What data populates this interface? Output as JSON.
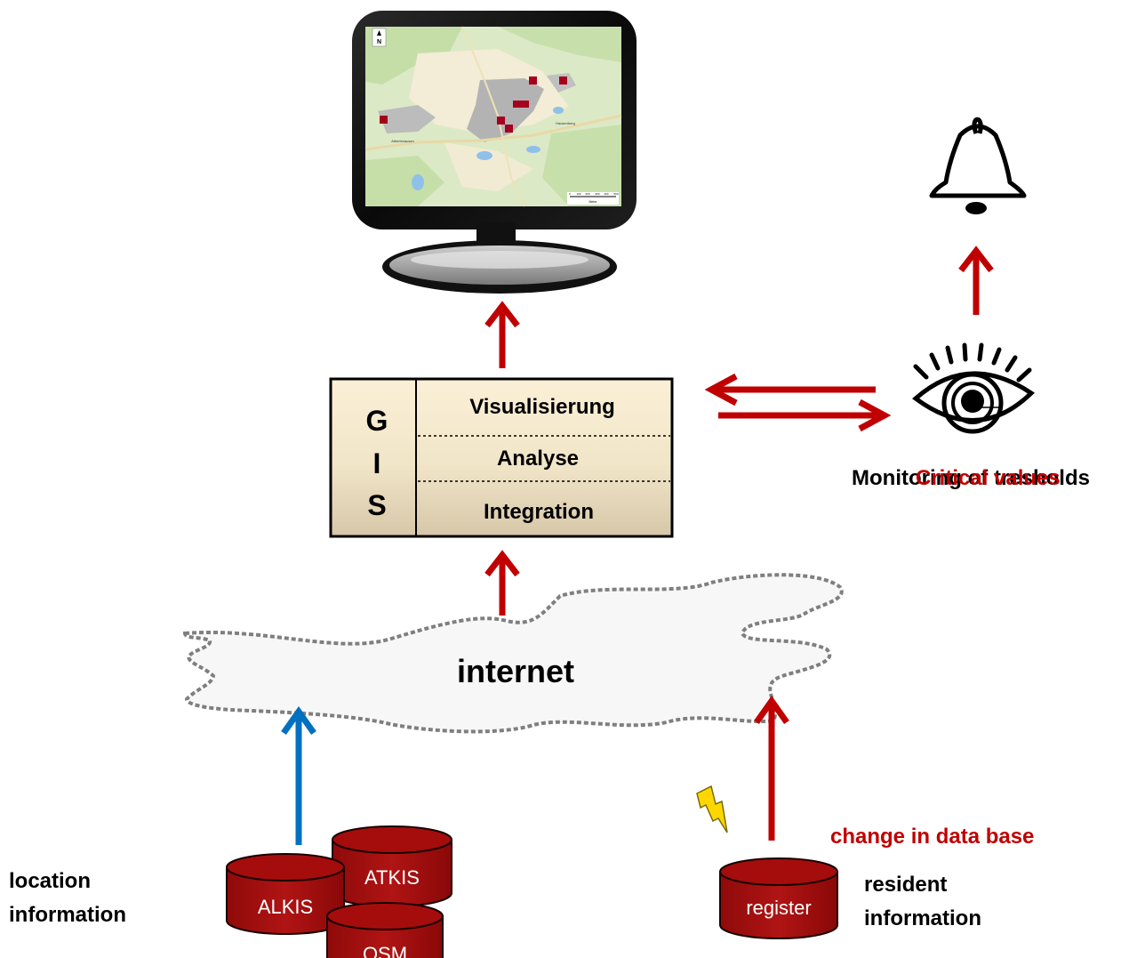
{
  "gis": {
    "letters": [
      "G",
      "I",
      "S"
    ],
    "layers": [
      "Visualisierung",
      "Analyse",
      "Integration"
    ]
  },
  "cloud": {
    "label": "internet"
  },
  "monitor": {
    "north": "N",
    "places": [
      "Albertshausen",
      "Hausenberg"
    ],
    "scale_ticks": [
      "0",
      "100",
      "200",
      "300",
      "400",
      "500"
    ],
    "scale_unit": "Meter"
  },
  "eye": {
    "label_red": "Critical values",
    "label_black": "Monitoring of tresholds"
  },
  "databases": {
    "alkis": "ALKIS",
    "atkis": "ATKIS",
    "osm": "OSM",
    "register": "register"
  },
  "labels": {
    "location_1": "location",
    "location_2": "information",
    "change": "change in data base",
    "resident_1": "resident",
    "resident_2": "information"
  },
  "colors": {
    "arrow_red": "#c00000",
    "arrow_blue": "#0070c0",
    "db_fill": "#a50d0d",
    "gis_top": "#fbf0d7",
    "gis_bottom": "#d6c7a8"
  }
}
